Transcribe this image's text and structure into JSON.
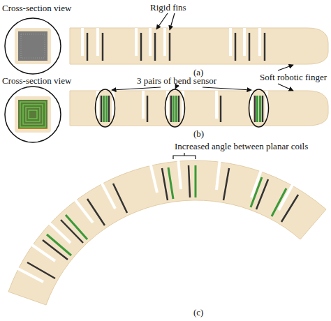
{
  "diagram": {
    "labels": [
      "Cross-section view",
      "Rigid fins",
      "(a)",
      "Cross-section view",
      "3 pairs of bend sensor",
      "Soft robotic finger",
      "(b)",
      "Increased angle between planar coils",
      "(c)"
    ]
  }
}
